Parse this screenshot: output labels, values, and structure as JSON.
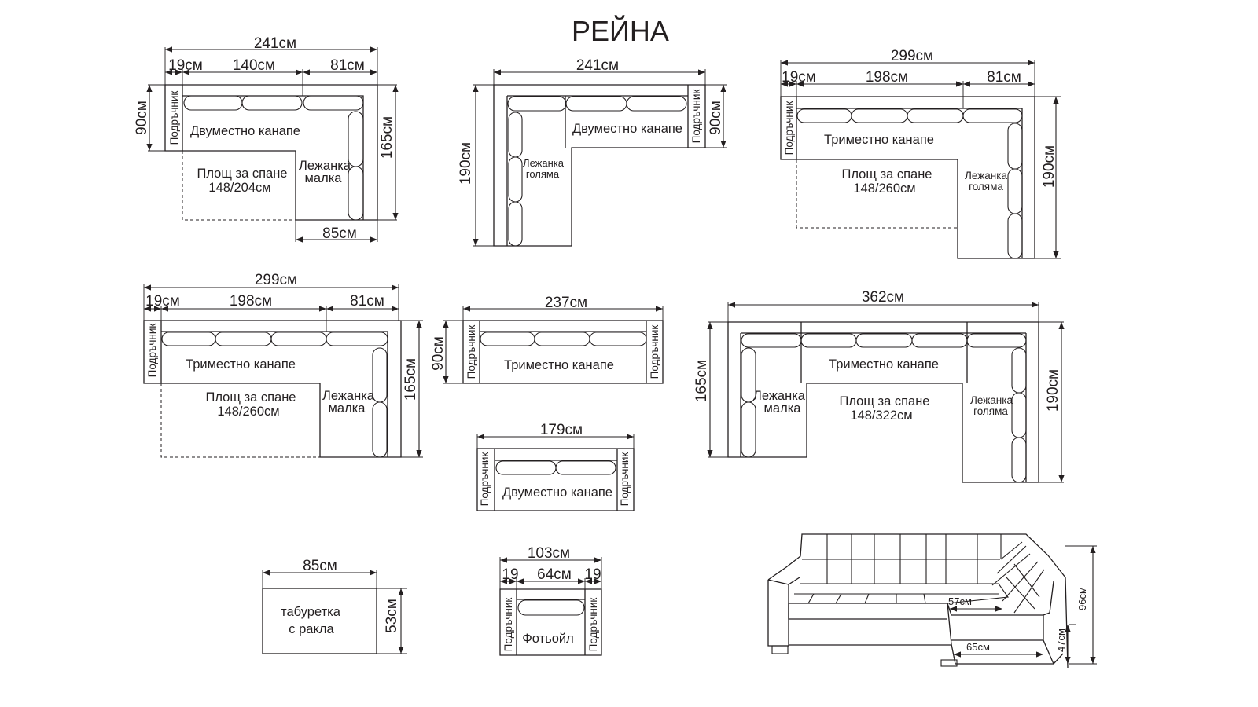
{
  "title": "РЕЙНА",
  "corner_sofa_small": {
    "total": "241см",
    "armrest_width": "19см",
    "sofa_width": "140см",
    "chaise_width": "81см",
    "depth": "90см",
    "chaise_length": "165см",
    "chaise_bottom": "85см",
    "armrest": "Подръчник",
    "sofa": "Двуместно канапе",
    "sleep_area": "Площ за спане",
    "sleep_size": "148/204см",
    "chaise": [
      "Лежанка",
      "малка"
    ]
  },
  "corner_sofa_left": {
    "total": "241см",
    "depth": "90см",
    "chaise_length": "190см",
    "armrest": "Подръчник",
    "sofa": "Двуместно канапе",
    "chaise": [
      "Лежанка",
      "голяма"
    ]
  },
  "corner_sofa_large": {
    "total": "299см",
    "armrest_width": "19см",
    "sofa_width": "198см",
    "chaise_width": "81см",
    "chaise_length": "190см",
    "armrest": "Подръчник",
    "sofa": "Триместно канапе",
    "sleep_area": "Площ за спане",
    "sleep_size": "148/260см",
    "chaise": [
      "Лежанка",
      "голяма"
    ]
  },
  "corner_sofa_medium": {
    "total": "299см",
    "armrest_width": "19см",
    "sofa_width": "198см",
    "chaise_width": "81см",
    "chaise_length": "165см",
    "armrest": "Подръчник",
    "sofa": "Триместно канапе",
    "sleep_area": "Площ за спане",
    "sleep_size": "148/260см",
    "chaise": [
      "Лежанка",
      "малка"
    ]
  },
  "three_seater": {
    "total": "237см",
    "depth": "90см",
    "armrest": "Подръчник",
    "sofa": "Триместно канапе"
  },
  "two_seater": {
    "total": "179см",
    "armrest": "Подръчник",
    "sofa": "Двуместно канапе"
  },
  "u_sofa": {
    "total": "362см",
    "left_length": "165см",
    "right_length": "190см",
    "sofa": "Триместно канапе",
    "left_chaise": [
      "Лежанка",
      "малка"
    ],
    "sleep_area": "Площ за спане",
    "sleep_size": "148/322см",
    "right_chaise": [
      "Лежанка",
      "голяма"
    ]
  },
  "ottoman": {
    "width": "85см",
    "height": "53см",
    "label": [
      "табуретка",
      "с ракла"
    ]
  },
  "armchair": {
    "total": "103см",
    "armrest_left": "19",
    "seat": "64см",
    "armrest_right": "19",
    "armrest": "Подръчник",
    "label": "Фотьойл"
  },
  "photo_dims": {
    "seat_depth": "57см",
    "chaise_seat": "65см",
    "seat_height": "47см",
    "total_height": "96см"
  }
}
